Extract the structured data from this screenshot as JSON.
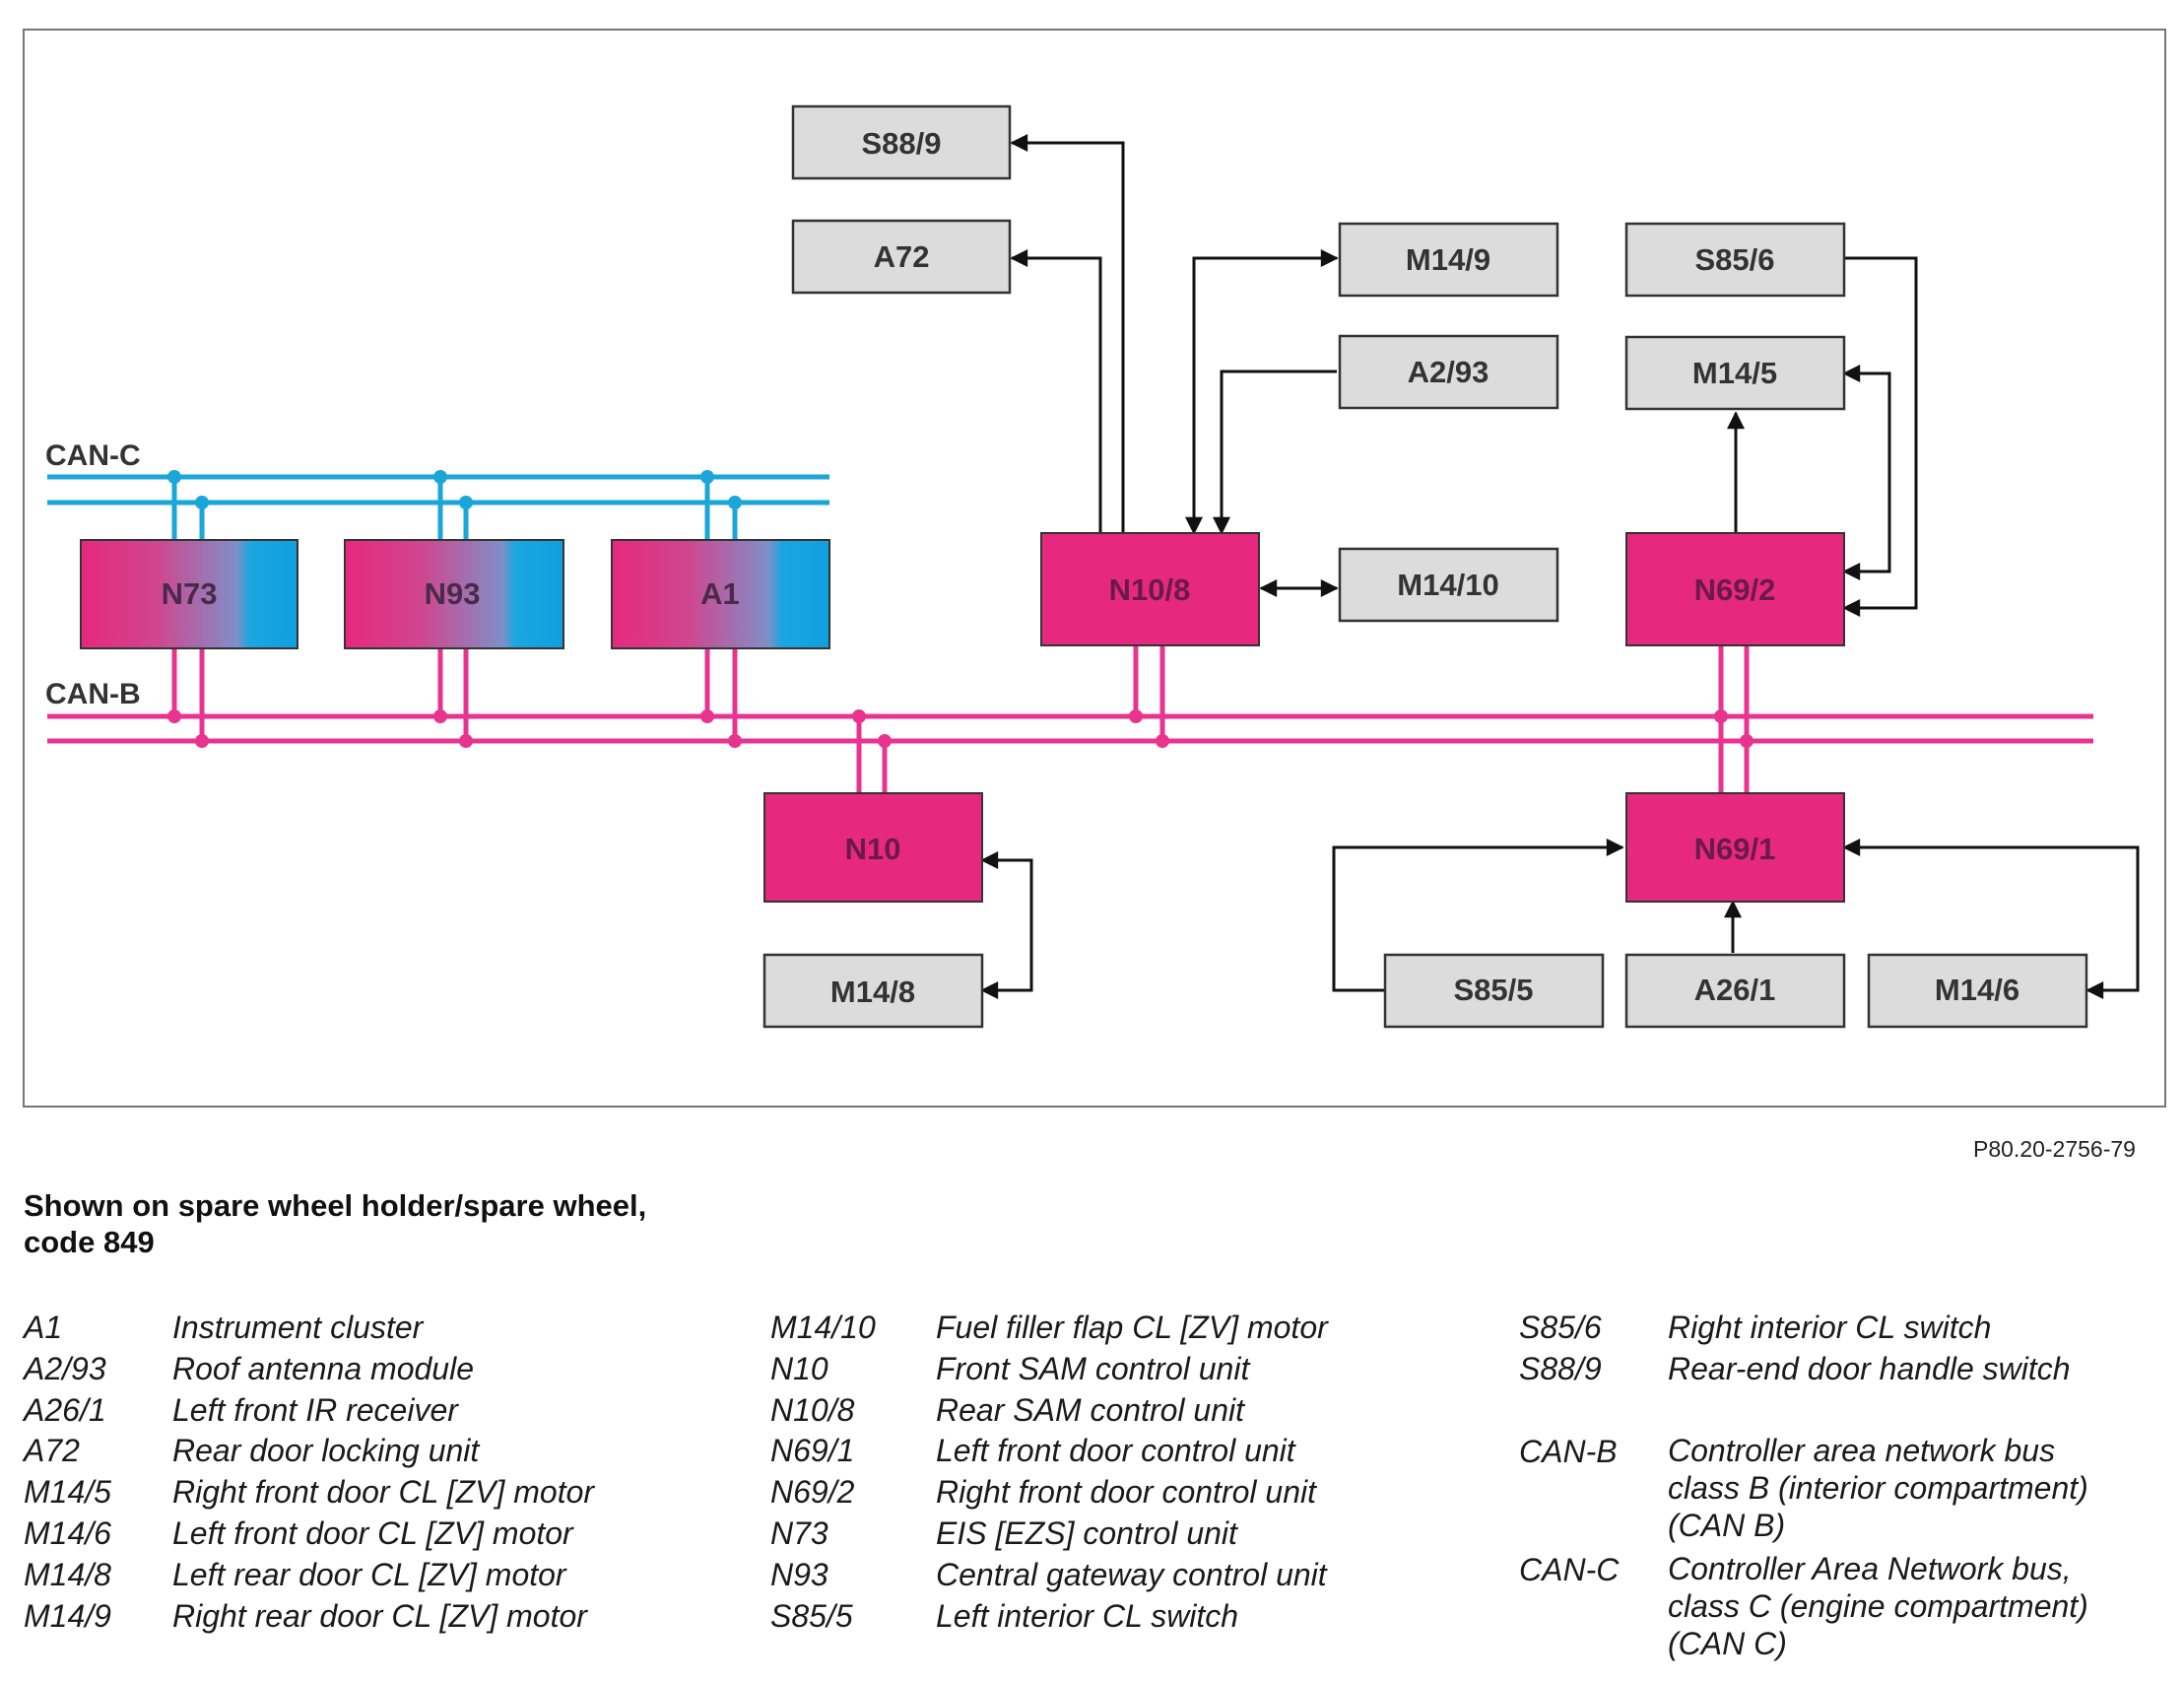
{
  "diagram": {
    "bus_labels": {
      "can_c": "CAN-C",
      "can_b": "CAN-B"
    },
    "modules": {
      "N73": "N73",
      "N93": "N93",
      "A1": "A1",
      "N10_8": "N10/8",
      "N69_2": "N69/2",
      "N10": "N10",
      "N69_1": "N69/1"
    },
    "components": {
      "S88_9": "S88/9",
      "A72": "A72",
      "M14_9": "M14/9",
      "A2_93": "A2/93",
      "M14_10": "M14/10",
      "S85_6": "S85/6",
      "M14_5": "M14/5",
      "M14_8": "M14/8",
      "S85_5": "S85/5",
      "A26_1": "A26/1",
      "M14_6": "M14/6"
    },
    "colors": {
      "can_c": "#1aa6d9",
      "can_b": "#e8348f",
      "module": "#e6287e",
      "component_fill": "#dcdcdc"
    }
  },
  "figure_code": "P80.20-2756-79",
  "caption": "Shown on spare wheel holder/spare wheel, code 849",
  "legend": {
    "col1": [
      {
        "code": "A1",
        "desc": "Instrument cluster"
      },
      {
        "code": "A2/93",
        "desc": "Roof antenna module"
      },
      {
        "code": "A26/1",
        "desc": "Left front IR receiver"
      },
      {
        "code": "A72",
        "desc": "Rear door locking unit"
      },
      {
        "code": "M14/5",
        "desc": "Right front door CL [ZV] motor"
      },
      {
        "code": "M14/6",
        "desc": "Left front door CL [ZV] motor"
      },
      {
        "code": "M14/8",
        "desc": "Left rear door CL [ZV] motor"
      },
      {
        "code": "M14/9",
        "desc": "Right rear door CL [ZV] motor"
      }
    ],
    "col2": [
      {
        "code": "M14/10",
        "desc": "Fuel filler flap CL [ZV] motor"
      },
      {
        "code": "N10",
        "desc": "Front SAM control unit"
      },
      {
        "code": "N10/8",
        "desc": "Rear SAM control unit"
      },
      {
        "code": "N69/1",
        "desc": "Left front door control unit"
      },
      {
        "code": "N69/2",
        "desc": "Right front door control unit"
      },
      {
        "code": "N73",
        "desc": "EIS [EZS] control unit"
      },
      {
        "code": "N93",
        "desc": "Central gateway control unit"
      },
      {
        "code": "S85/5",
        "desc": "Left interior CL switch"
      }
    ],
    "col3": [
      {
        "code": "S85/6",
        "desc": "Right interior CL switch"
      },
      {
        "code": "S88/9",
        "desc": "Rear-end door handle switch"
      },
      {
        "code": "CAN-B",
        "desc": "Controller area network bus\nclass B (interior compartment)\n(CAN B)"
      },
      {
        "code": "CAN-C",
        "desc": "Controller Area Network bus,\nclass C (engine compartment)\n(CAN C)"
      }
    ]
  }
}
